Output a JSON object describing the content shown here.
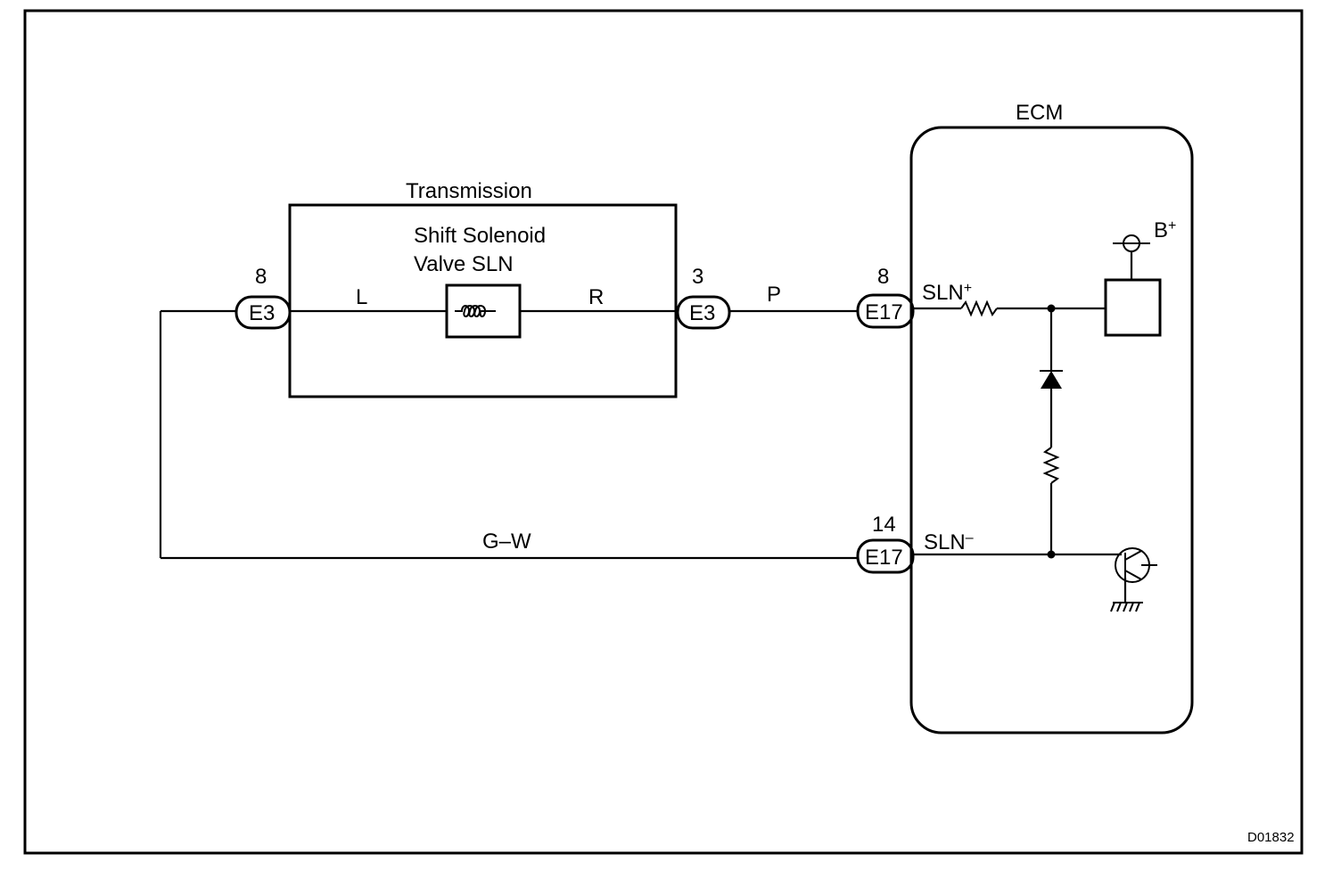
{
  "diagram": {
    "figure_code": "D01832",
    "components": {
      "transmission": "Transmission",
      "solenoid_line1": "Shift Solenoid",
      "solenoid_line2": "Valve SLN",
      "ecm": "ECM"
    },
    "connectors": {
      "e3_left": {
        "pin": "8",
        "name": "E3"
      },
      "e3_right": {
        "pin": "3",
        "name": "E3"
      },
      "e17_top": {
        "pin": "8",
        "name": "E17"
      },
      "e17_bottom": {
        "pin": "14",
        "name": "E17"
      }
    },
    "wires": {
      "left_internal": "L",
      "right_internal": "R",
      "p_wire": "P",
      "return_wire": "G–W"
    },
    "terminals": {
      "sln_plus": "SLN",
      "sln_plus_sup": "+",
      "sln_minus": "SLN",
      "sln_minus_sup": "–",
      "supply": "B",
      "supply_sup": "+"
    }
  }
}
